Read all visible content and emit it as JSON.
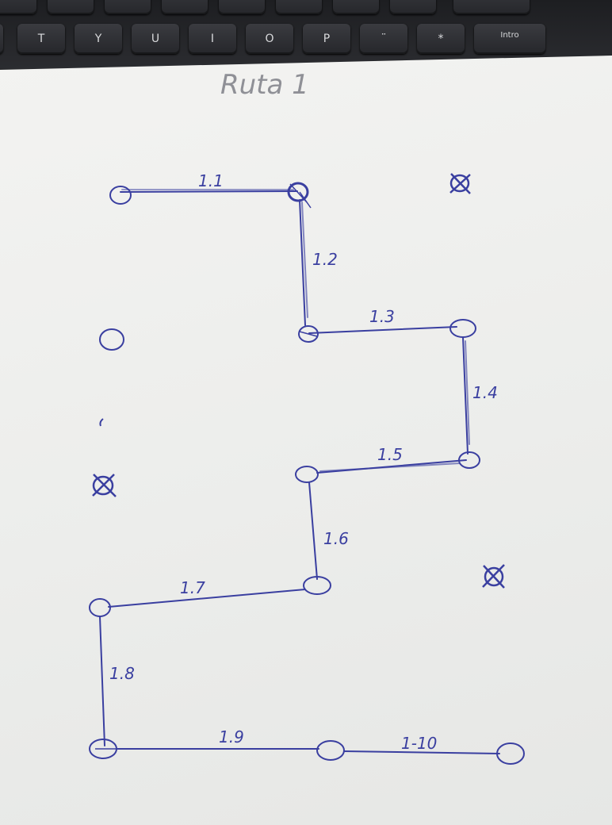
{
  "keyboard": {
    "row_top": [
      "",
      "",
      "",
      "",
      "",
      "",
      "",
      "",
      "",
      "",
      "",
      ""
    ],
    "row_main": [
      "T",
      "Y",
      "U",
      "I",
      "O",
      "P",
      "¨",
      "*",
      "Intro"
    ]
  },
  "sheet": {
    "title": "Ruta 1",
    "segments": [
      "1.1",
      "1.2",
      "1.3",
      "1.4",
      "1.5",
      "1.6",
      "1.7",
      "1.8",
      "1.9",
      "1-10"
    ]
  },
  "colors": {
    "ink": "#3a3fa0",
    "pencil": "#8f9096"
  }
}
